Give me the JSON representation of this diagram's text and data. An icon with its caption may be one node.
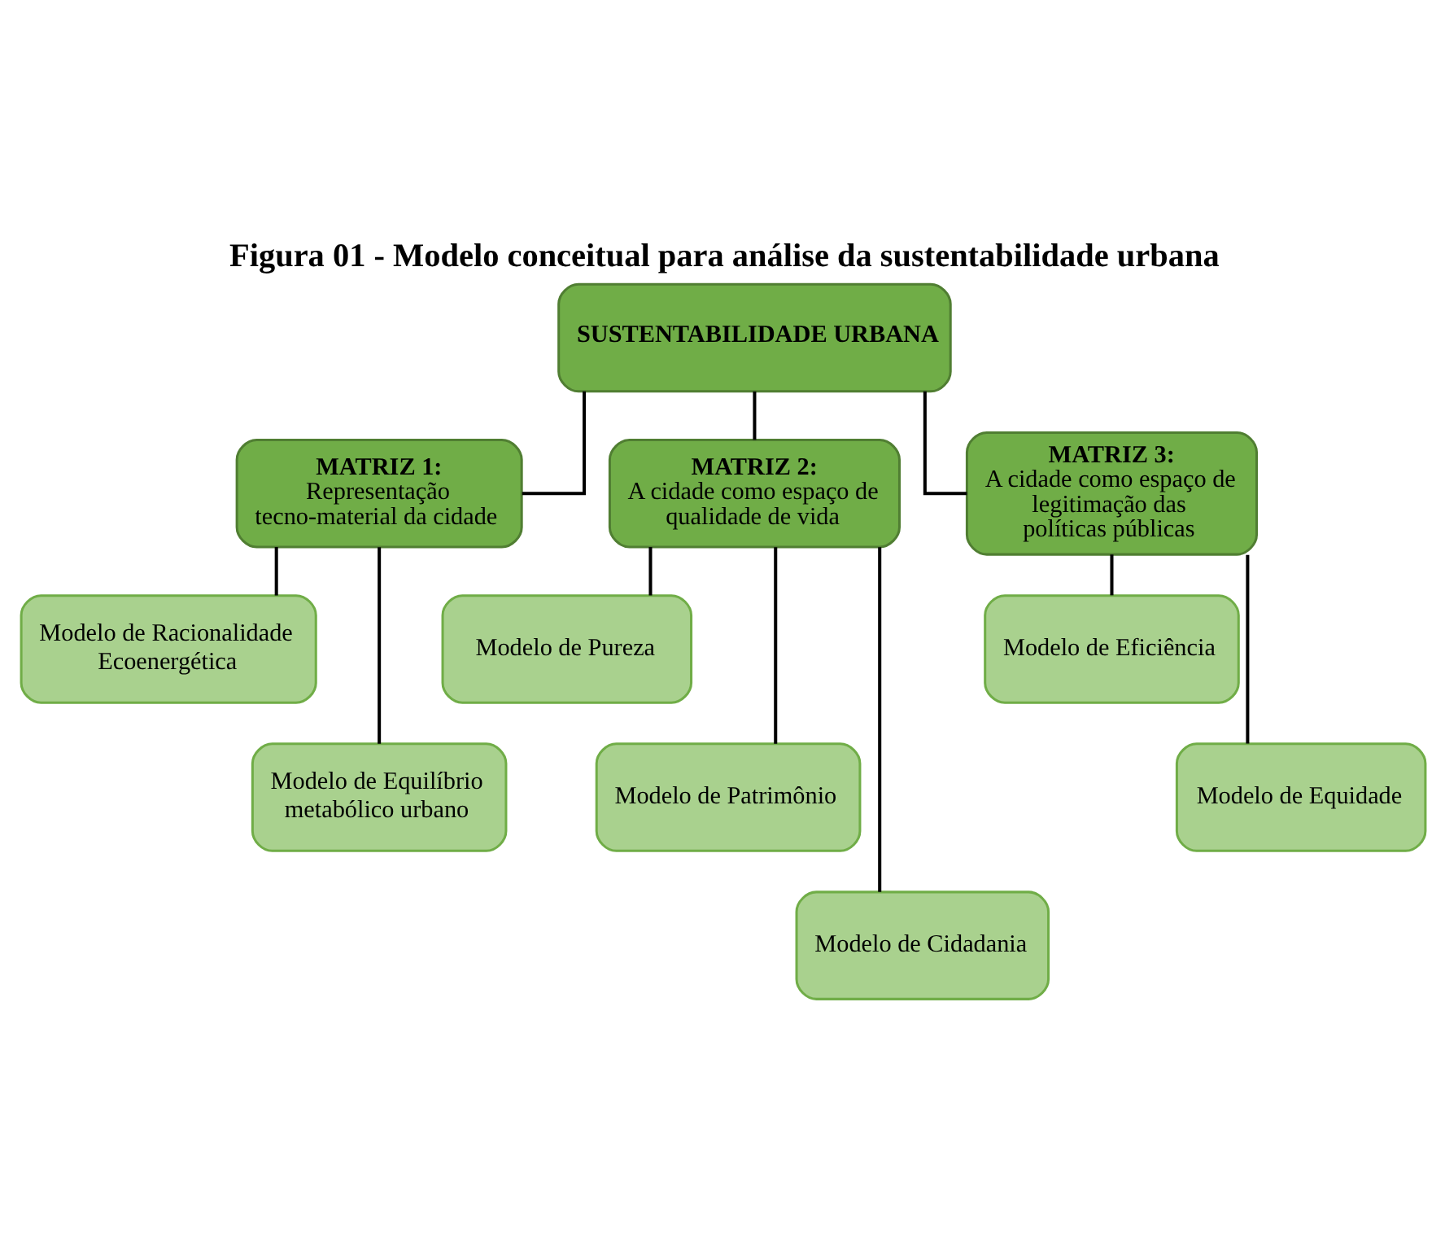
{
  "diagram": {
    "title": "Figura 01 - Modelo conceitual para análise da sustentabilidade urbana",
    "nodes": [
      {
        "text": [
          "SUSTENTABILIDADE URBANA"
        ]
      },
      {
        "text": [
          "MATRIZ 1:",
          "Representação tecno-material da cidade"
        ]
      },
      {
        "text": [
          "MATRIZ 2:",
          "A cidade como espaço de qualidade de vida"
        ]
      },
      {
        "text": [
          "MATRIZ 3:",
          "A cidade como espaço de legitimação das políticas públicas"
        ]
      },
      {
        "text": [
          "Modelo de Racionalidade Ecoenergética"
        ]
      },
      {
        "text": [
          "Modelo de Equilíbrio metabólico urbano"
        ]
      },
      {
        "text": [
          "Modelo de Pureza"
        ]
      },
      {
        "text": [
          "Modelo de Patrimônio"
        ]
      },
      {
        "text": [
          "Modelo de Cidadania"
        ]
      },
      {
        "text": [
          "Modelo de Eficiência"
        ]
      },
      {
        "text": [
          "Modelo de Equidade"
        ]
      }
    ],
    "edges": [
      {
        "from": 0,
        "to": 1,
        "arrow": "none"
      },
      {
        "from": 0,
        "to": 2,
        "arrow": "none"
      },
      {
        "from": 0,
        "to": 3,
        "arrow": "none"
      },
      {
        "from": 1,
        "to": 4,
        "arrow": "none"
      },
      {
        "from": 1,
        "to": 5,
        "arrow": "none"
      },
      {
        "from": 2,
        "to": 6,
        "arrow": "none"
      },
      {
        "from": 2,
        "to": 7,
        "arrow": "none"
      },
      {
        "from": 2,
        "to": 8,
        "arrow": "none"
      },
      {
        "from": 3,
        "to": 9,
        "arrow": "none"
      },
      {
        "from": 3,
        "to": 10,
        "arrow": "none"
      }
    ]
  }
}
